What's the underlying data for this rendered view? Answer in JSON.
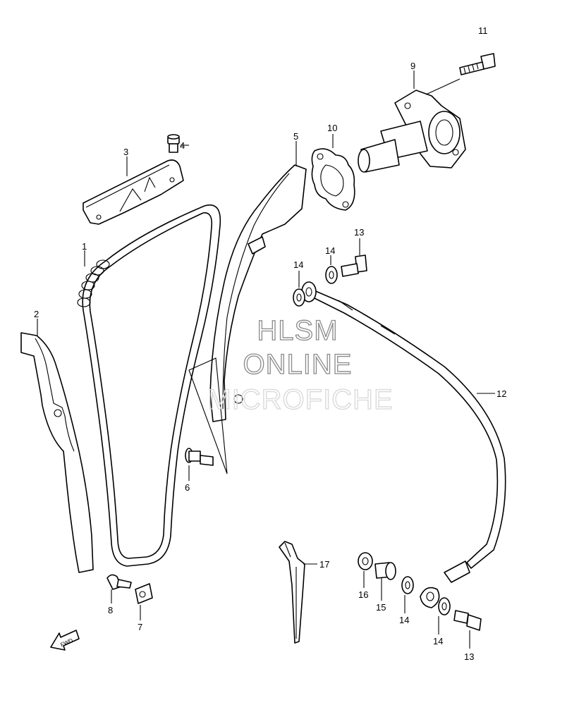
{
  "watermark": {
    "line1": "HLSM",
    "line2": "ONLINE",
    "line3": "MICROFICHE"
  },
  "direction_label": "FWD",
  "callouts": [
    {
      "id": "c-1",
      "text": "1"
    },
    {
      "id": "c-2",
      "text": "2"
    },
    {
      "id": "c-3",
      "text": "3"
    },
    {
      "id": "c-4",
      "text": "4"
    },
    {
      "id": "c-5",
      "text": "5"
    },
    {
      "id": "c-6",
      "text": "6"
    },
    {
      "id": "c-7",
      "text": "7"
    },
    {
      "id": "c-8",
      "text": "8"
    },
    {
      "id": "c-9",
      "text": "9"
    },
    {
      "id": "c-10",
      "text": "10"
    },
    {
      "id": "c-11",
      "text": "11"
    },
    {
      "id": "c-12",
      "text": "12"
    },
    {
      "id": "c-13a",
      "text": "13"
    },
    {
      "id": "c-13b",
      "text": "13"
    },
    {
      "id": "c-14a",
      "text": "14"
    },
    {
      "id": "c-14b",
      "text": "14"
    },
    {
      "id": "c-14c",
      "text": "14"
    },
    {
      "id": "c-14d",
      "text": "14"
    },
    {
      "id": "c-15",
      "text": "15"
    },
    {
      "id": "c-16",
      "text": "16"
    },
    {
      "id": "c-17",
      "text": "17"
    }
  ]
}
